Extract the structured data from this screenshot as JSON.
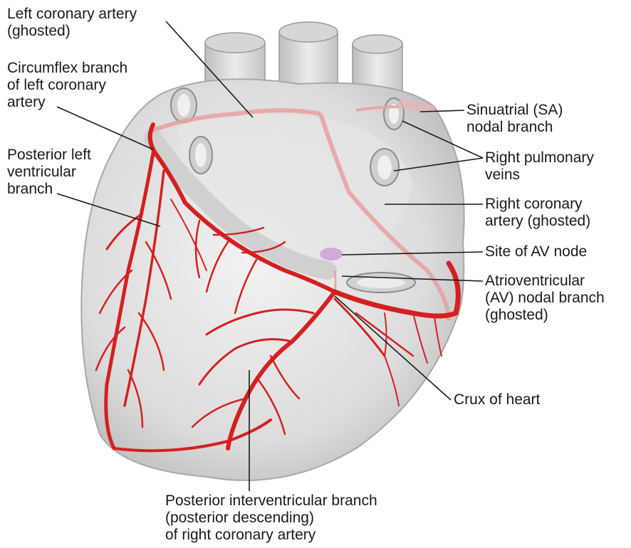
{
  "labels": {
    "left_coronary_artery": [
      "Left coronary artery",
      "(ghosted)"
    ],
    "circumflex_branch": [
      "Circumflex branch",
      "of left coronary",
      "artery"
    ],
    "posterior_left_ventricular": [
      "Posterior left",
      "ventricular",
      "branch"
    ],
    "sinuatrial_nodal": [
      "Sinuatrial (SA)",
      "nodal branch"
    ],
    "right_pulmonary_veins": [
      "Right pulmonary",
      "veins"
    ],
    "right_coronary_artery": [
      "Right coronary",
      "artery (ghosted)"
    ],
    "site_av_node": [
      "Site of AV node"
    ],
    "av_nodal_branch": [
      "Atrioventricular",
      "(AV) nodal branch",
      "(ghosted)"
    ],
    "crux_of_heart": [
      "Crux of heart"
    ],
    "posterior_interventricular": [
      "Posterior interventricular branch",
      "(posterior descending)",
      "of right coronary artery"
    ]
  },
  "colors": {
    "artery": "#d42020",
    "ghosted_artery": "#e8a0a0",
    "heart_tissue": "#dcdcdc",
    "vessel_tissue": "#cfcfcf",
    "av_node": "#c9a0d8",
    "leader_line": "#1a1a1a"
  }
}
